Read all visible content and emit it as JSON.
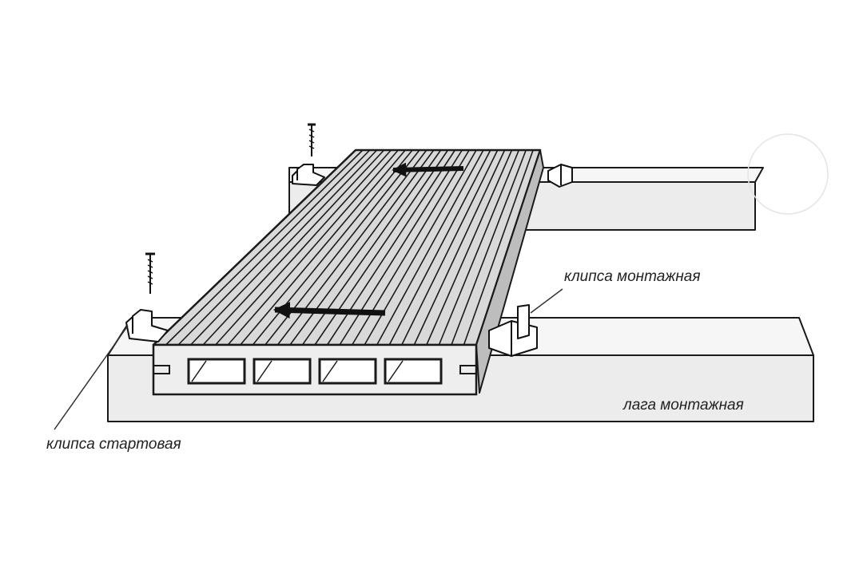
{
  "labels": {
    "mounting_clip": "клипса монтажная",
    "mounting_joist": "лага монтажная",
    "starter_clip": "клипса стартовая"
  },
  "colors": {
    "line": "#1a1a1a",
    "joist_fill": "#ececec",
    "joist_top": "#f6f6f6",
    "board_fill": "#d9d9d9",
    "board_front": "#eeeeee",
    "arrow": "#111111",
    "background": "#ffffff"
  },
  "board": {
    "groove_count": 26,
    "hollow_chambers": 4
  },
  "icons": [
    "screw-icon",
    "starter-clip-icon",
    "mounting-clip-icon",
    "direction-arrow-icon"
  ]
}
